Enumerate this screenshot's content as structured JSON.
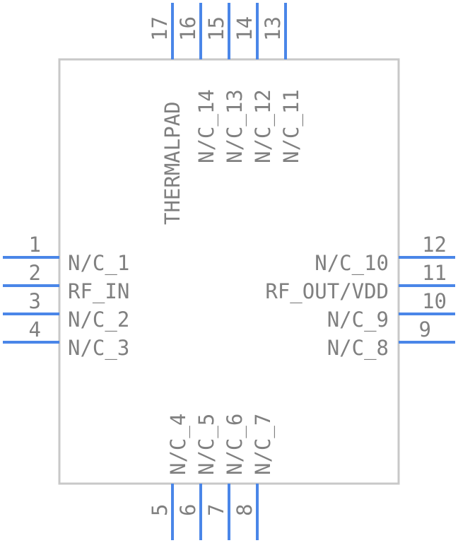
{
  "component": {
    "colors": {
      "pin": "#4a86e8",
      "body": "#c8c8c8",
      "text": "#808080"
    },
    "pins": {
      "left": [
        {
          "number": "1",
          "name": "N/C_1"
        },
        {
          "number": "2",
          "name": "RF_IN"
        },
        {
          "number": "3",
          "name": "N/C_2"
        },
        {
          "number": "4",
          "name": "N/C_3"
        }
      ],
      "right": [
        {
          "number": "12",
          "name": "N/C_10"
        },
        {
          "number": "11",
          "name": "RF_OUT/VDD"
        },
        {
          "number": "10",
          "name": "N/C_9"
        },
        {
          "number": "9",
          "name": "N/C_8"
        }
      ],
      "top": [
        {
          "number": "17",
          "name": "THERMALPAD"
        },
        {
          "number": "16",
          "name": "N/C_14"
        },
        {
          "number": "15",
          "name": "N/C_13"
        },
        {
          "number": "14",
          "name": "N/C_12"
        },
        {
          "number": "13",
          "name": "N/C_11"
        }
      ],
      "bottom": [
        {
          "number": "5",
          "name": "N/C_4"
        },
        {
          "number": "6",
          "name": "N/C_5"
        },
        {
          "number": "7",
          "name": "N/C_6"
        },
        {
          "number": "8",
          "name": "N/C_7"
        }
      ]
    }
  }
}
